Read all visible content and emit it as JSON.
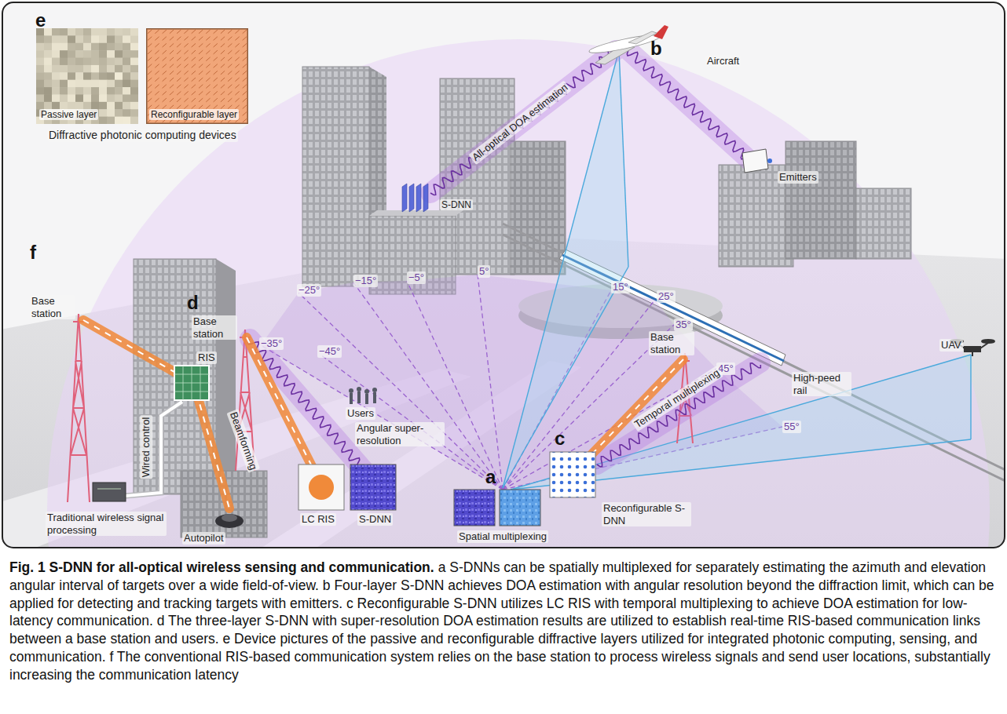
{
  "diagram": {
    "title": "Fig. 1 S-DNN for all-optical wireless sensing and communication.",
    "caption": "a S-DNNs can be spatially multiplexed for separately estimating the azimuth and elevation angular interval of targets over a wide field-of-view. b Four-layer S-DNN achieves DOA estimation with angular resolution beyond the diffraction limit, which can be applied for detecting and tracking targets with emitters. c Reconfigurable S-DNN utilizes LC RIS with temporal multiplexing to achieve DOA estimation for low-latency communication. d The three-layer S-DNN with super-resolution DOA estimation results are utilized to establish real-time RIS-based communication links between a base station and users. e Device pictures of the passive and reconfigurable diffractive layers utilized for integrated photonic computing, sensing, and communication. f The conventional RIS-based communication system relies on the base station to process wireless signals and send user locations, substantially increasing the communication latency",
    "nodes": [
      {
        "text": [
          "Passive layer"
        ]
      },
      {
        "text": [
          "Reconfigurable layer"
        ]
      }
    ],
    "labels": [
      "e",
      "Diffractive photonic computing devices",
      "b",
      "Aircraft",
      "All-optical DOA estimation",
      "Emitters",
      "S-DNN",
      "f",
      "Base station",
      "d",
      "Base station",
      "RIS",
      "Wired control",
      "Beamforming",
      "Traditional wireless signal processing",
      "Autopilot",
      "−45°",
      "−35°",
      "−25°",
      "−15°",
      "−5°",
      "5°",
      "15°",
      "25°",
      "35°",
      "45°",
      "55°",
      "Users",
      "Angular super-resolution",
      "LC RIS",
      "S-DNN",
      "c",
      "Temporal multiplexing",
      "Base station",
      "High-peed rail",
      "UAV",
      "a",
      "Spatial multiplexing",
      "Reconfigurable S-DNN"
    ]
  }
}
